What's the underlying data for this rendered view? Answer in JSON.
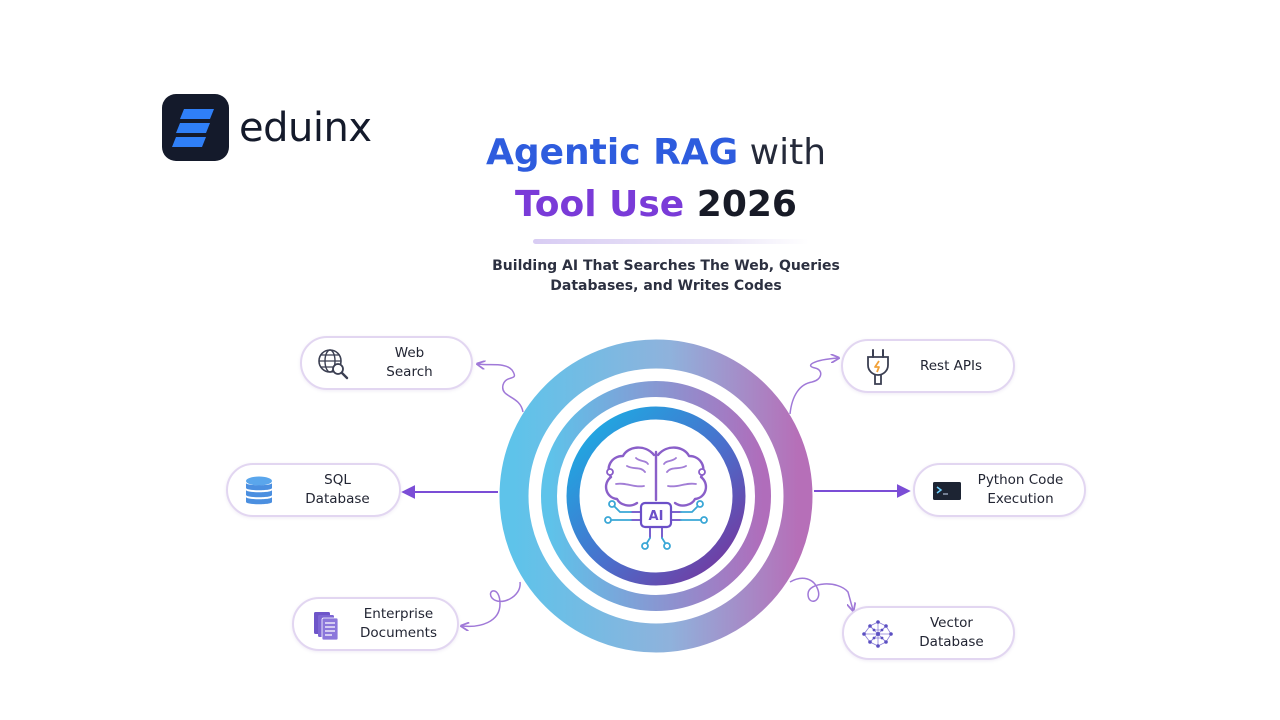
{
  "brand": {
    "name": "eduinx"
  },
  "title": {
    "line1_highlight": "Agentic RAG",
    "line1_rest": " with",
    "line2_highlight": "Tool Use",
    "line2_rest": " 2026"
  },
  "subtitle": {
    "line1": "Building AI That Searches The Web, Queries",
    "line2": "Databases, and Writes Codes"
  },
  "center": {
    "label": "AI",
    "icon": "ai-brain-icon"
  },
  "tools": {
    "web_search": {
      "line1": "Web",
      "line2": "Search",
      "icon": "globe-search-icon"
    },
    "sql_database": {
      "line1": "SQL",
      "line2": "Database",
      "icon": "database-stack-icon"
    },
    "enterprise_documents": {
      "line1": "Enterprise",
      "line2": "Documents",
      "icon": "documents-icon"
    },
    "rest_apis": {
      "line1": "Rest APIs",
      "icon": "plug-icon"
    },
    "python_code_execution": {
      "line1": "Python Code",
      "line2": "Execution",
      "icon": "terminal-icon"
    },
    "vector_database": {
      "line1": "Vector",
      "line2": "Database",
      "icon": "vector-network-icon"
    }
  },
  "colors": {
    "brand_dark": "#141a2b",
    "brand_blue": "#2e5cde",
    "brand_purple": "#7a3bd8",
    "ring_blue": "#5ec3ea",
    "ring_purple": "#b46fb8",
    "arrow": "#7b4dd6",
    "pill_border": "#e2d6f1"
  }
}
